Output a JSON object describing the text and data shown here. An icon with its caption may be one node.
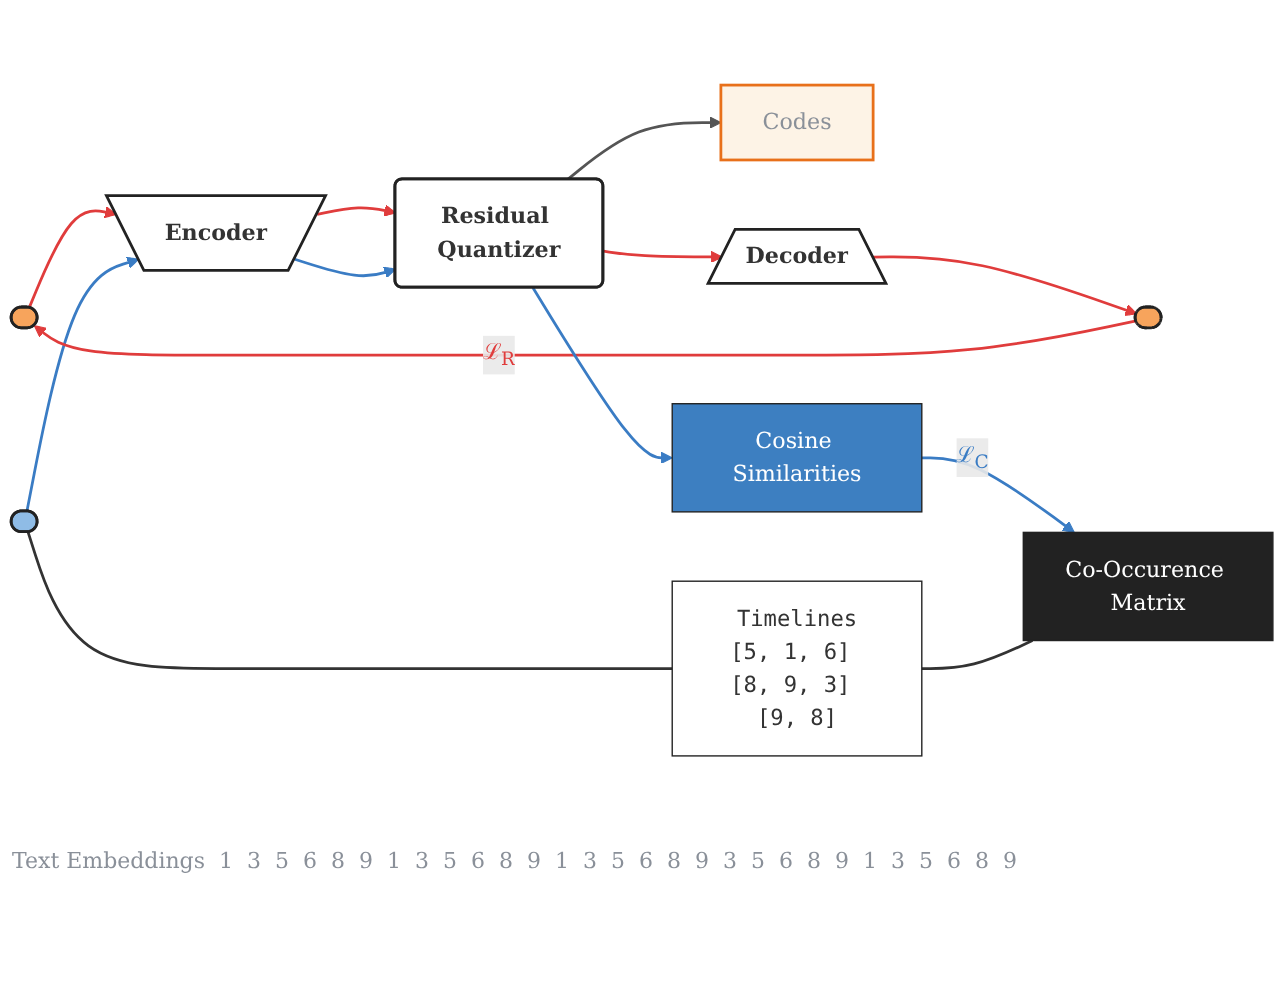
{
  "diagram": {
    "nodes": [
      {
        "text": [],
        "shape": "bar"
      },
      {
        "text": [],
        "shape": "bar"
      },
      {
        "text": [
          "Encoder"
        ]
      },
      {
        "text": [
          "Residual Quantizer"
        ]
      },
      {
        "text": [
          "Codes"
        ]
      },
      {
        "text": [
          "Decoder"
        ]
      },
      {
        "text": [],
        "shape": "bar"
      },
      {
        "text": [
          "Timelines",
          "[5, 1, 6] [8, 9, 3] [9, 8]"
        ]
      },
      {
        "text": [
          "Co-Occurence Matrix"
        ]
      },
      {
        "text": [
          "Cosine Similarities"
        ]
      }
    ],
    "edges": [
      {
        "from": 0,
        "to": 2,
        "arrow": "to",
        "color": "#e03c3c"
      },
      {
        "from": 1,
        "to": 2,
        "arrow": "to",
        "color": "#3a7cc4"
      },
      {
        "from": 2,
        "to": 3,
        "arrow": "to",
        "color": "#e03c3c"
      },
      {
        "from": 2,
        "to": 3,
        "arrow": "to",
        "color": "#3a7cc4"
      },
      {
        "from": 3,
        "to": 4,
        "arrow": "to",
        "color": "#555555"
      },
      {
        "from": 3,
        "to": 5,
        "arrow": "to",
        "color": "#e03c3c"
      },
      {
        "from": 5,
        "to": 6,
        "arrow": "to",
        "color": "#e03c3c"
      },
      {
        "from": 6,
        "to": 0,
        "arrow": "to",
        "label": "ℒ$_{R}$",
        "color": "#e03c3c"
      },
      {
        "from": 3,
        "to": 9,
        "arrow": "to",
        "color": "#3a7cc4"
      },
      {
        "from": 9,
        "to": 8,
        "arrow": "to",
        "label": "ℒ$_{C}$",
        "color": "#3a7cc4"
      },
      {
        "from": 1,
        "to": 7,
        "arrow": "none",
        "color": "#333333"
      },
      {
        "from": 7,
        "to": 8,
        "arrow": "none",
        "color": "#333333"
      }
    ],
    "labels": [
      "Text Embeddings",
      "1",
      "3",
      "5",
      "6",
      "8",
      "9",
      "1",
      "3",
      "5",
      "6",
      "8",
      "9",
      "1",
      "3",
      "5",
      "6",
      "8",
      "9",
      "3",
      "5",
      "6",
      "8",
      "9",
      "1",
      "3",
      "5",
      "6",
      "8",
      "9"
    ]
  }
}
